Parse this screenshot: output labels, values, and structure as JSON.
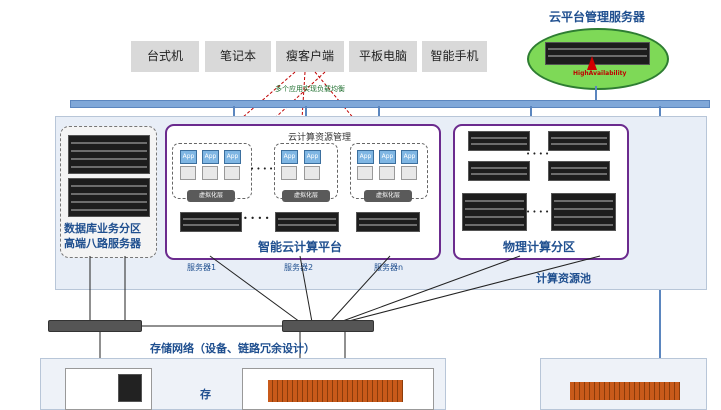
{
  "clients": [
    "台式机",
    "笔记本",
    "瘦客户端",
    "平板电脑",
    "智能手机"
  ],
  "cloud_server_label": "云平台管理服务器",
  "cloud_logo_text": "HighAvailability",
  "multi_app_label": "多个应用实现负载均衡",
  "cloud_mgmt_label": "云计算资源管理",
  "vm_labels": [
    "虚拟化层",
    "虚拟化层",
    "虚拟化层"
  ],
  "app_icon_text": "App",
  "ellipsis": "• • • •",
  "db_zone_label": [
    "数据库业务分区",
    "高端八路服务器"
  ],
  "smart_platform_label": "智能云计算平台",
  "physical_zone_label": "物理计算分区",
  "server_labels": [
    "服务器1",
    "服务器2",
    "服务器n"
  ],
  "pool_label": "计算资源池",
  "storage_network_label": "存储网络（设备、链路冗余设计）",
  "storage_partial_label": "存",
  "colors": {
    "purple": "#6b2b8e",
    "blue_title": "#1f4f8f",
    "pool_bg": "#e8eef7",
    "bus": "#7fa7d8"
  }
}
